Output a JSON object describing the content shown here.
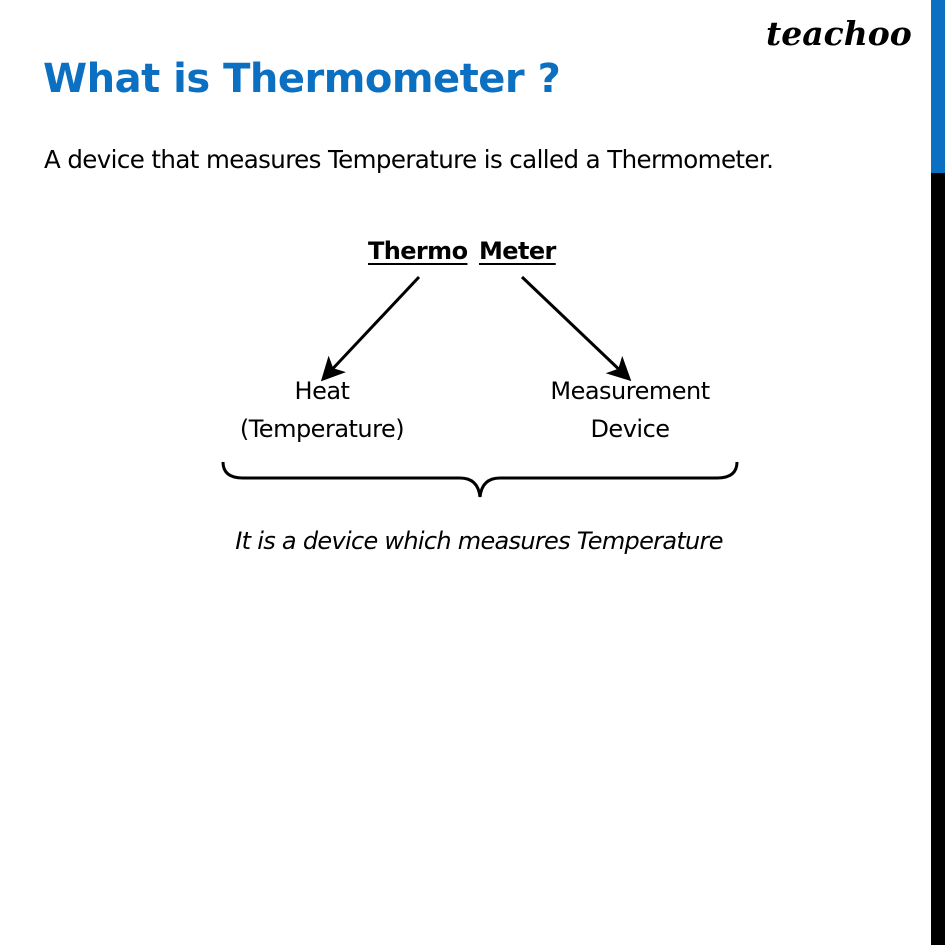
{
  "brand": {
    "logo_text": "teachoo",
    "accent_color": "#0b6fc2"
  },
  "slide": {
    "title": "What is Thermometer ?",
    "intro": "A device that measures Temperature is called a Thermometer.",
    "diagram": {
      "word_parts": [
        "Thermo",
        "Meter"
      ],
      "meanings": [
        {
          "line1": "Heat",
          "line2": "(Temperature)"
        },
        {
          "line1": "Measurement",
          "line2": "Device"
        }
      ],
      "conclusion": "It is a device which measures Temperature"
    }
  }
}
